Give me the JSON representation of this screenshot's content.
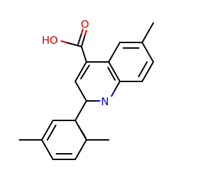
{
  "molecule": {
    "atom_labels": {
      "hydroxyl": "HO",
      "carbonyl_oxygen": "O",
      "ring_nitrogen": "N"
    },
    "colors": {
      "bond": "#000000",
      "oxygen": "#d40000",
      "nitrogen": "#0000cc",
      "background": "#ffffff"
    }
  }
}
